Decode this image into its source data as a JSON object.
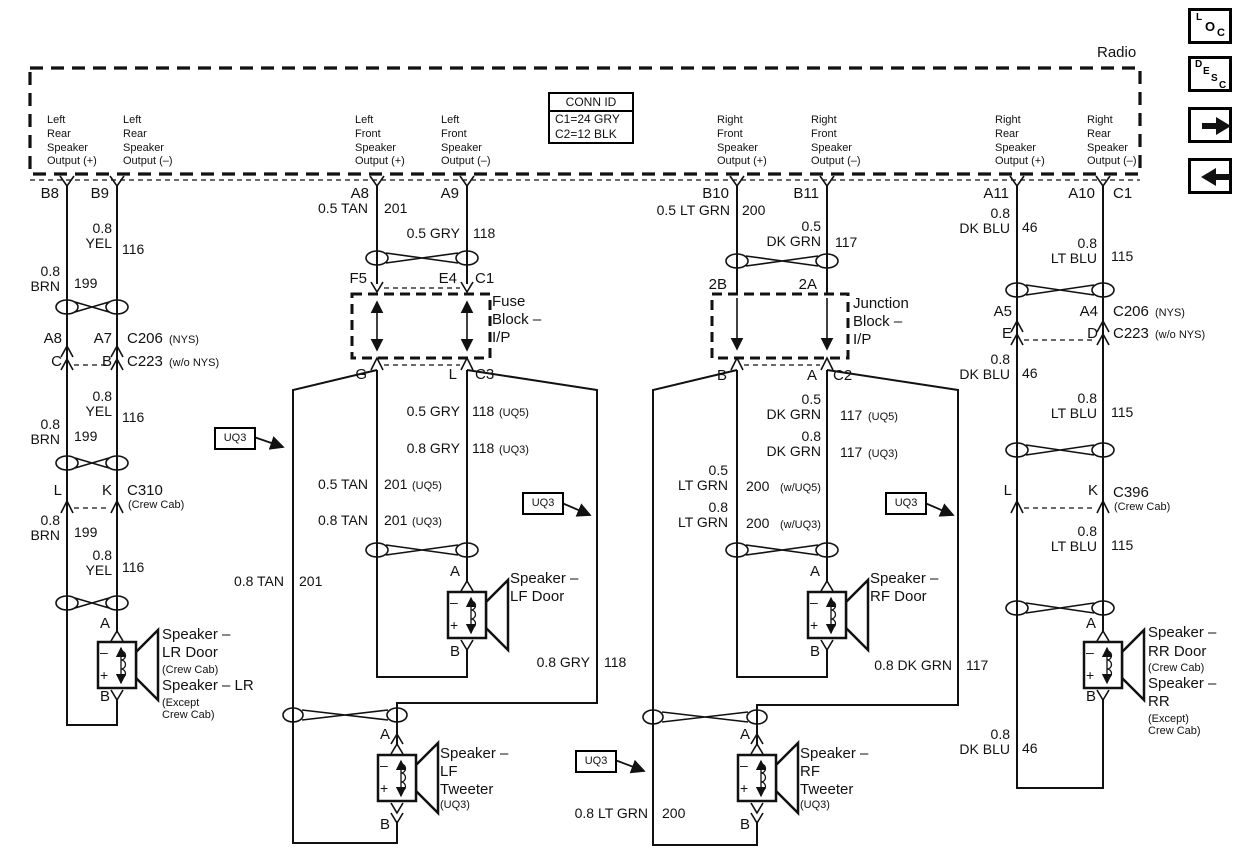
{
  "radio": {
    "label": "Radio",
    "connector": "C1",
    "pins": [
      {
        "id": "B8",
        "output": "Left\nRear\nSpeaker\nOutput (+)"
      },
      {
        "id": "B9",
        "output": "Left\nRear\nSpeaker\nOutput (–)"
      },
      {
        "id": "A8",
        "output": "Left\nFront\nSpeaker\nOutput (+)"
      },
      {
        "id": "A9",
        "output": "Left\nFront\nSpeaker\nOutput (–)"
      },
      {
        "id": "B10",
        "output": "Right\nFront\nSpeaker\nOutput (+)"
      },
      {
        "id": "B11",
        "output": "Right\nFront\nSpeaker\nOutput (–)"
      },
      {
        "id": "A11",
        "output": "Right\nRear\nSpeaker\nOutput (+)"
      },
      {
        "id": "A10",
        "output": "Right\nRear\nSpeaker\nOutput (–)"
      }
    ]
  },
  "conn_id": {
    "title": "CONN ID",
    "rows": [
      "C1=24 GRY",
      "C2=12 BLK"
    ]
  },
  "toolbar": {
    "loc": [
      "L",
      "O",
      "C"
    ],
    "desc": [
      "D",
      "E",
      "S",
      "C"
    ],
    "next_icon": "right-arrow",
    "prev_icon": "left-arrow"
  },
  "fuse_block": {
    "name": "Fuse\nBlock –\nI/P",
    "pin_in_1": "F5",
    "pin_in_2": "E4",
    "conn_in": "C1",
    "pin_out_1": "G",
    "pin_out_2": "L",
    "conn_out": "C3"
  },
  "junction_block": {
    "name": "Junction\nBlock –\nI/P",
    "pin_in_1": "2B",
    "pin_in_2": "2A",
    "pin_out_1": "B",
    "pin_out_2": "A",
    "conn_out": "C2"
  },
  "connectors": {
    "c206_left": {
      "pin_a": "A8",
      "pin_b": "A7",
      "name": "C206",
      "note": "(NYS)"
    },
    "c223_left": {
      "pin_a": "C",
      "pin_b": "B",
      "name": "C223",
      "note": "(w/o NYS)"
    },
    "c310": {
      "pin_a": "L",
      "pin_b": "K",
      "name": "C310",
      "note": "(Crew Cab)"
    },
    "c206_right": {
      "pin_a": "A5",
      "pin_b": "A4",
      "name": "C206",
      "note": "(NYS)"
    },
    "c223_right": {
      "pin_a": "E",
      "pin_b": "D",
      "name": "C223",
      "note": "(w/o NYS)"
    },
    "c396": {
      "pin_a": "L",
      "pin_b": "K",
      "name": "C396",
      "note": "(Crew Cab)"
    }
  },
  "wires": {
    "lr_yel": {
      "label": "0.8\nYEL",
      "circuit": "116"
    },
    "lr_brn": {
      "label": "0.8\nBRN",
      "circuit": "199"
    },
    "lf_tan_radio": {
      "label": "0.5 TAN",
      "circuit": "201"
    },
    "lf_gry_radio": {
      "label": "0.5 GRY",
      "circuit": "118"
    },
    "lf_gry_uq5": {
      "label": "0.5 GRY",
      "circuit": "118",
      "variant": "(UQ5)"
    },
    "lf_gry_uq3": {
      "label": "0.8 GRY",
      "circuit": "118",
      "variant": "(UQ3)"
    },
    "lf_tan_uq5": {
      "label": "0.5 TAN",
      "circuit": "201",
      "variant": "(UQ5)"
    },
    "lf_tan_uq3": {
      "label": "0.8 TAN",
      "circuit": "201",
      "variant": "(UQ3)"
    },
    "lf_tan_door": {
      "label": "0.8 TAN",
      "circuit": "201"
    },
    "lf_gry_door": {
      "label": "0.8 GRY",
      "circuit": "118"
    },
    "rf_ltgrn_radio": {
      "label": "0.5 LT GRN",
      "circuit": "200"
    },
    "rf_dkgrn_radio": {
      "label": "0.5\nDK GRN",
      "circuit": "117"
    },
    "rf_dkgrn_uq5": {
      "label": "0.5\nDK GRN",
      "circuit": "117",
      "variant": "(UQ5)"
    },
    "rf_dkgrn_uq3": {
      "label": "0.8\nDK GRN",
      "circuit": "117",
      "variant": "(UQ3)"
    },
    "rf_ltgrn_uq5": {
      "label": "0.5\nLT GRN",
      "circuit": "200",
      "variant": "(w/UQ5)"
    },
    "rf_ltgrn_uq3": {
      "label": "0.8\nLT GRN",
      "circuit": "200",
      "variant": "(w/UQ3)"
    },
    "rf_dkgrn_door": {
      "label": "0.8 DK GRN",
      "circuit": "117"
    },
    "rf_ltgrn_tw": {
      "label": "0.8 LT GRN",
      "circuit": "200"
    },
    "rr_dkblu": {
      "label": "0.8\nDK BLU",
      "circuit": "46"
    },
    "rr_ltblu": {
      "label": "0.8\nLT BLU",
      "circuit": "115"
    }
  },
  "speakers": {
    "lr": {
      "term_a": "A",
      "term_b": "B",
      "lines": [
        "Speaker –",
        "LR Door",
        "(Crew Cab)",
        "Speaker – LR",
        "(Except",
        "Crew Cab)"
      ]
    },
    "lf": {
      "term_a": "A",
      "term_b": "B",
      "name": "Speaker –\nLF Door"
    },
    "lf_tweeter": {
      "term_a": "A",
      "term_b": "B",
      "name": "Speaker –\nLF\nTweeter",
      "note": "(UQ3)"
    },
    "rf": {
      "term_a": "A",
      "term_b": "B",
      "name": "Speaker –\nRF Door"
    },
    "rf_tweeter": {
      "term_a": "A",
      "term_b": "B",
      "name": "Speaker –\nRF\nTweeter",
      "note": "(UQ3)"
    },
    "rr": {
      "term_a": "A",
      "term_b": "B",
      "lines": [
        "Speaker –",
        "RR Door",
        "(Crew Cab)",
        "Speaker –",
        "RR",
        "(Except)",
        "Crew Cab)"
      ]
    }
  },
  "sym": {
    "minus": "–",
    "plus": "+"
  },
  "uq3_label": "UQ3",
  "colors": {
    "line": "#111111",
    "background": "#ffffff"
  }
}
